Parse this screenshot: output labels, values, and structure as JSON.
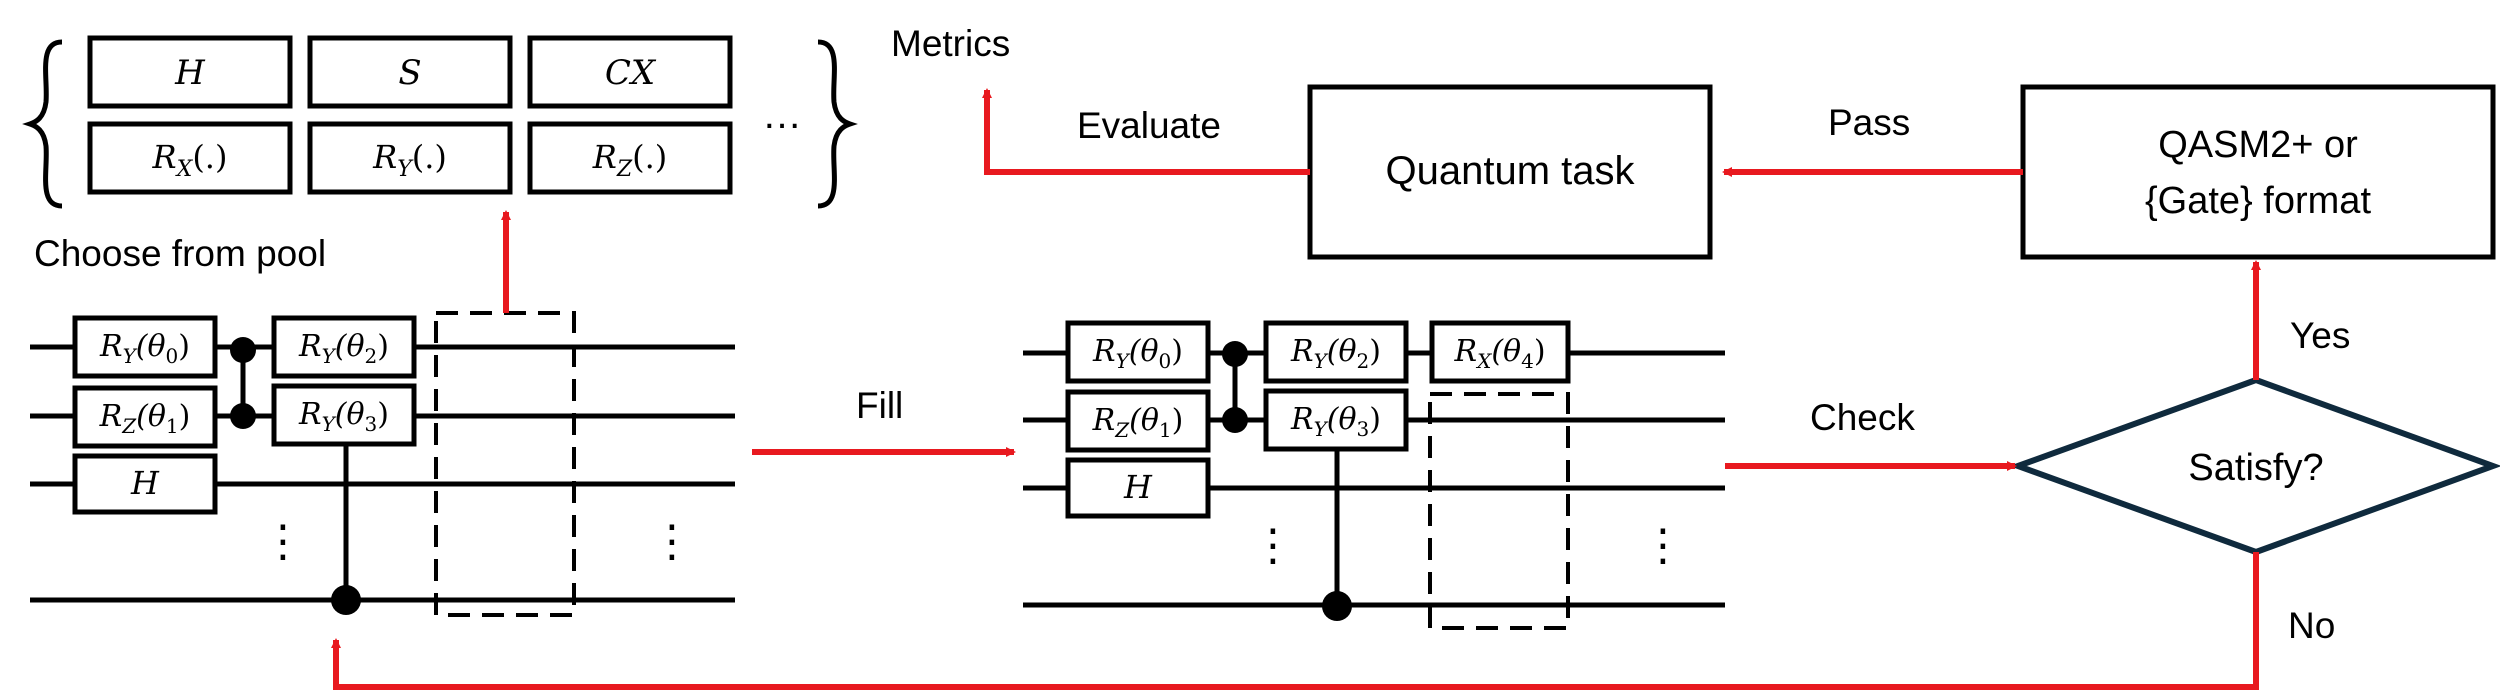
{
  "labels": {
    "metrics": "Metrics",
    "evaluate": "Evaluate",
    "quantum_task": "Quantum task",
    "pass": "Pass",
    "format_line1": "QASM2+ or",
    "format_line2": "{Gate} format",
    "choose": "Choose from pool",
    "fill": "Fill",
    "check": "Check",
    "satisfy": "Satisfy?",
    "yes": "Yes",
    "no": "No",
    "ellipsis": "…",
    "vdots": "⋮"
  },
  "gate_pool": {
    "row1": [
      "H",
      "S",
      "CX"
    ],
    "row2": [
      {
        "base": "R",
        "sub": "X",
        "arg": "(.)"
      },
      {
        "base": "R",
        "sub": "Y",
        "arg": "(.)"
      },
      {
        "base": "R",
        "sub": "Z",
        "arg": "(.)"
      }
    ]
  },
  "gates": {
    "ry0": {
      "base": "R",
      "sub": "Y",
      "open": "(θ",
      "idx": "0",
      "close": ")"
    },
    "rz1": {
      "base": "R",
      "sub": "Z",
      "open": "(θ",
      "idx": "1",
      "close": ")"
    },
    "ry2": {
      "base": "R",
      "sub": "Y",
      "open": "(θ",
      "idx": "2",
      "close": ")"
    },
    "ry3": {
      "base": "R",
      "sub": "Y",
      "open": "(θ",
      "idx": "3",
      "close": ")"
    },
    "rx4": {
      "base": "R",
      "sub": "X",
      "open": "(θ",
      "idx": "4",
      "close": ")"
    },
    "h": "H"
  },
  "colors": {
    "arrow": "#e8191f",
    "line": "#000000",
    "diamond_border": "#0f2a3d"
  }
}
